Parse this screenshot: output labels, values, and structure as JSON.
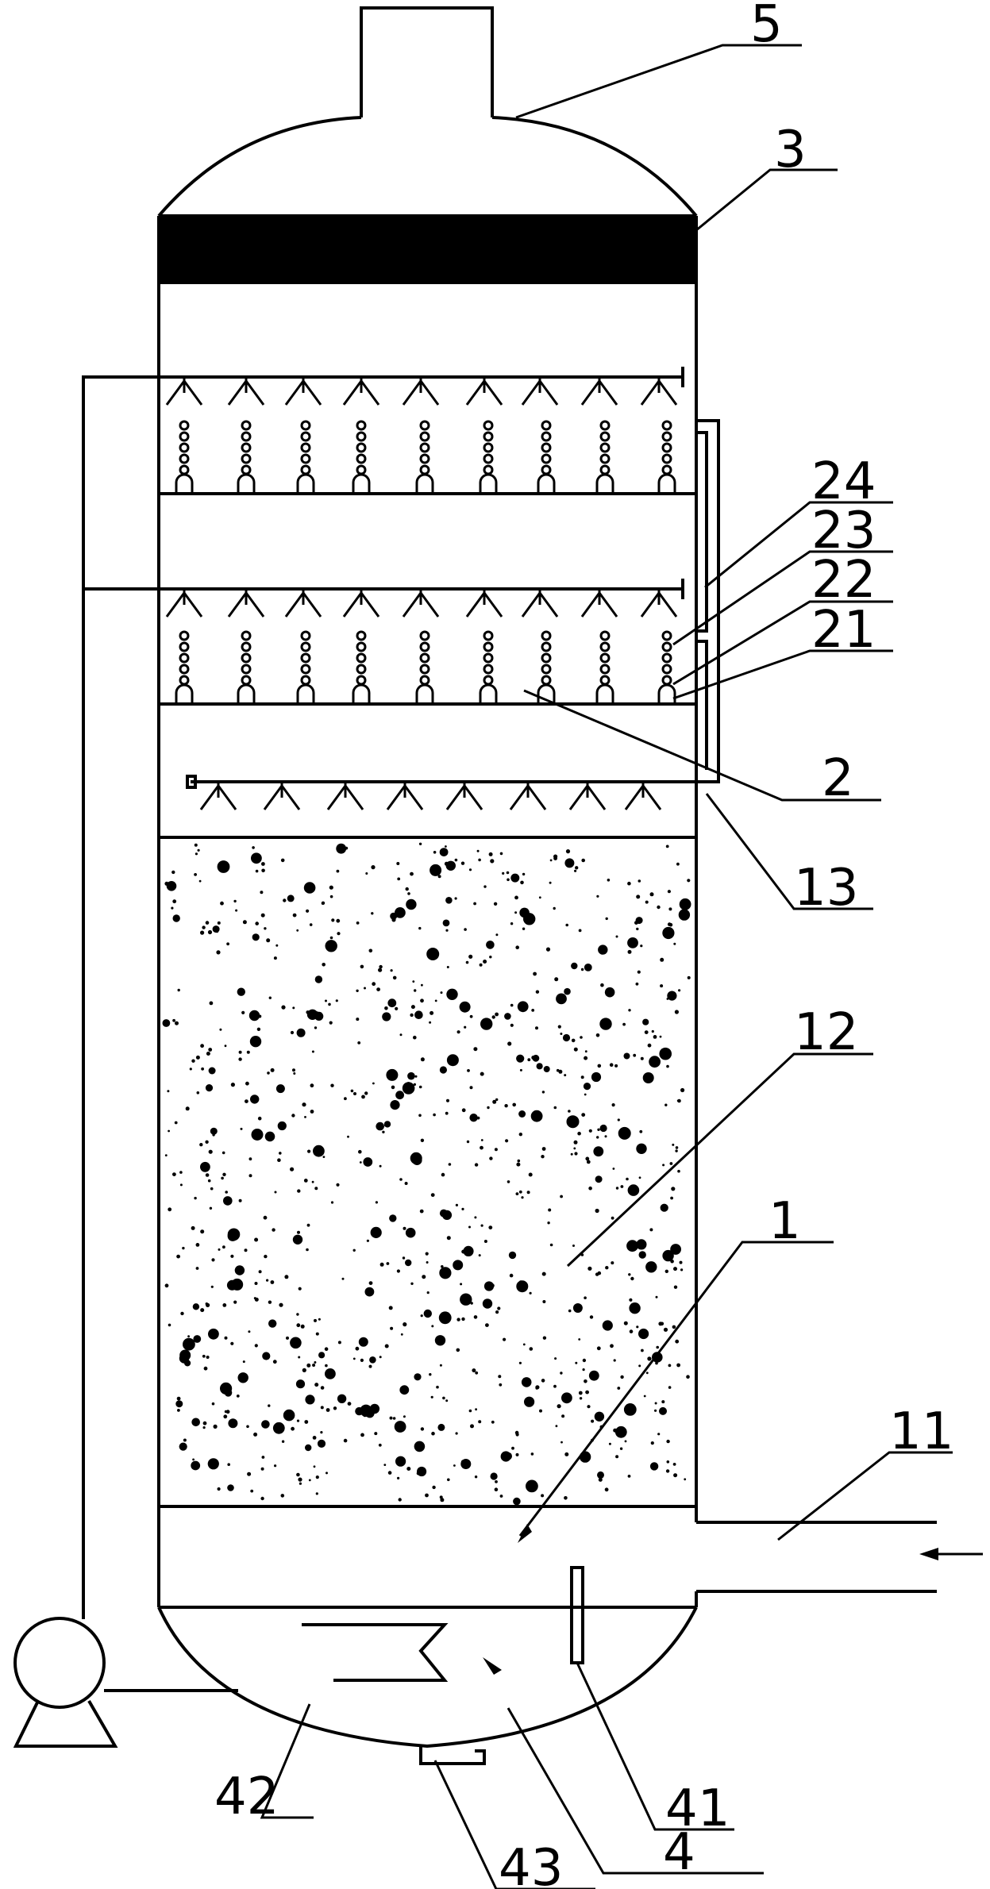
{
  "labels": {
    "l1": "1",
    "l2": "2",
    "l3": "3",
    "l4": "4",
    "l5": "5",
    "l11": "11",
    "l12": "12",
    "l13": "13",
    "l21": "21",
    "l22": "22",
    "l23": "23",
    "l24": "24",
    "l41": "41",
    "l42": "42",
    "l43": "43"
  }
}
